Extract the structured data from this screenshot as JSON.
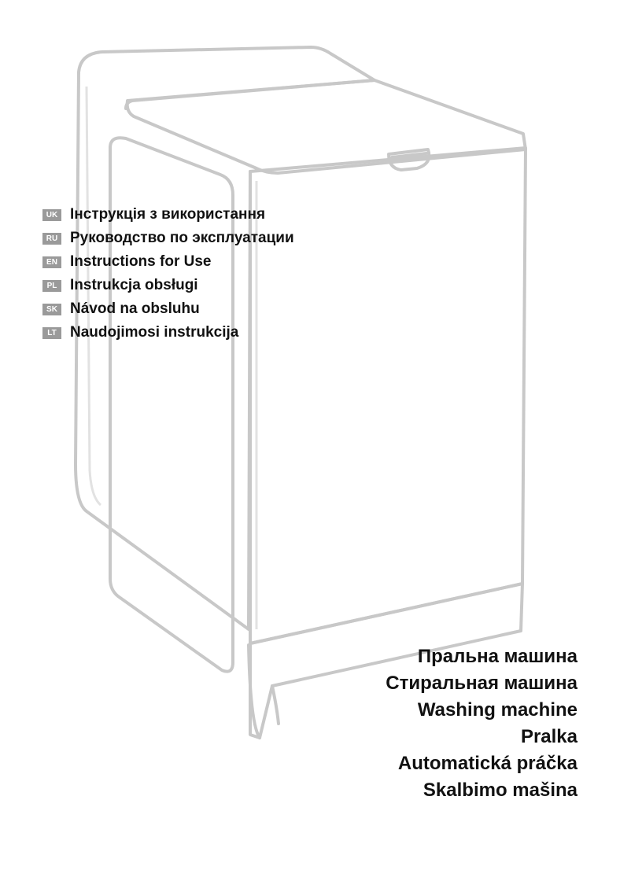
{
  "languages": [
    {
      "code": "UK",
      "title": "Інструкція з використання"
    },
    {
      "code": "RU",
      "title": "Руководство по эксплуатации"
    },
    {
      "code": "EN",
      "title": "Instructions for Use"
    },
    {
      "code": "PL",
      "title": "Instrukcja obsługi"
    },
    {
      "code": "SK",
      "title": "Návod na obsluhu"
    },
    {
      "code": "LT",
      "title": "Naudojimosi instrukcija"
    }
  ],
  "product_names": [
    "Пральна машина",
    "Стиральная машина",
    "Washing machine",
    "Pralka",
    "Automatická práčka",
    "Skalbimo mašina"
  ],
  "illustration": {
    "icon": "washing-machine-illustration",
    "outline_color": "#c8c8c8"
  },
  "colors": {
    "badge_background": "#9a9a9a",
    "text": "#111111"
  }
}
